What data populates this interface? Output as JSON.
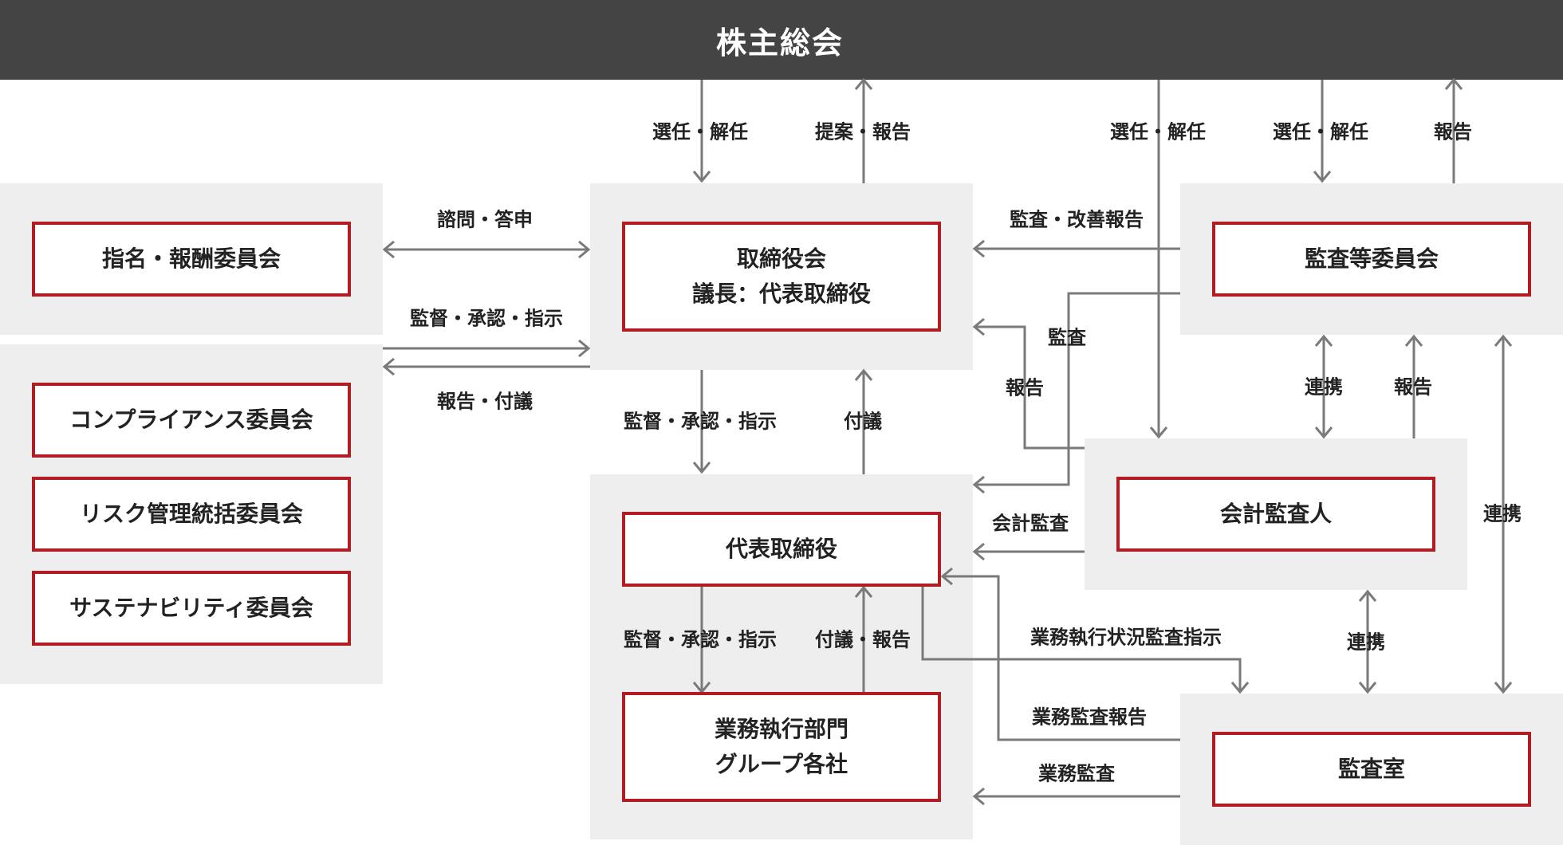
{
  "header": {
    "title": "株主総会"
  },
  "nodes": {
    "nomination": "指名・報酬委員会",
    "compliance": "コンプライアンス委員会",
    "risk": "リスク管理統括委員会",
    "sustainability": "サステナビリティ委員会",
    "board_line1": "取締役会",
    "board_line2": "議長：代表取締役",
    "audit_committee": "監査等委員会",
    "accounting_auditor": "会計監査人",
    "representative": "代表取締役",
    "execution_line1": "業務執行部門",
    "execution_line2": "グループ各社",
    "audit_office": "監査室"
  },
  "labels": {
    "elect_dismiss_1": "選任・解任",
    "propose_report": "提案・報告",
    "elect_dismiss_2": "選任・解任",
    "elect_dismiss_3": "選任・解任",
    "report_top": "報告",
    "consult_answer": "諮問・答申",
    "supervise_board": "監督・承認・指示",
    "report_deliberate": "報告・付議",
    "audit_improve_report": "監査・改善報告",
    "audit": "監査",
    "report_mid": "報告",
    "supervise_rep": "監督・承認・指示",
    "deliberate": "付議",
    "cooperation_1": "連携",
    "report_right": "報告",
    "cooperation_2": "連携",
    "accounting_audit": "会計監査",
    "business_audit_instruct": "業務執行状況監査指示",
    "cooperation_3": "連携",
    "supervise_exec": "監督・承認・指示",
    "deliberate_report": "付議・報告",
    "business_audit_report": "業務監査報告",
    "business_audit": "業務監査"
  },
  "colors": {
    "header_bg": "#444444",
    "panel_bg": "#eeeeee",
    "node_border": "#b01e23",
    "connector": "#7a7a7a"
  }
}
